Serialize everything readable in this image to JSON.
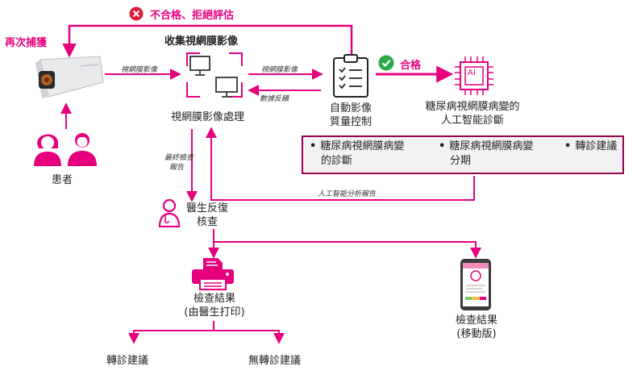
{
  "colors": {
    "accent": "#e6007e",
    "box_border": "#9a0050",
    "check": "#2aa84a",
    "reject": "#e01b3a"
  },
  "reject_label": "不合格、拒絕評估",
  "recapture_label": "再次捕獲",
  "collect_title": "收集視網膜影像",
  "arrow_label_image1": "視網膜影像",
  "arrow_label_image2": "視網膜影像",
  "arrow_label_feedback": "數據反饋",
  "processing_label": "視網膜影像處理",
  "qc_label": [
    "自動影像",
    "質量控制"
  ],
  "pass_label": "合格",
  "ai_chip_text": "AI",
  "ai_label": [
    "糖尿病視網膜病變的",
    "人工智能診斷"
  ],
  "results": [
    {
      "lines": [
        "糖尿病視網膜病變",
        "的診斷"
      ]
    },
    {
      "lines": [
        "糖尿病視網膜病變",
        "分期"
      ]
    },
    {
      "lines": [
        "轉診建議"
      ]
    }
  ],
  "patient_label": "患者",
  "final_report_label": [
    "最終檢查",
    "報告"
  ],
  "ai_report_label": "人工智能分析報告",
  "doctor_label": [
    "醫生反復",
    "核查"
  ],
  "printed_result_label": [
    "檢查結果",
    "(由醫生打印)"
  ],
  "mobile_result_label": [
    "檢查結果",
    "(移動版)"
  ],
  "referral_label": "轉診建議",
  "no_referral_label": "無轉診建議"
}
